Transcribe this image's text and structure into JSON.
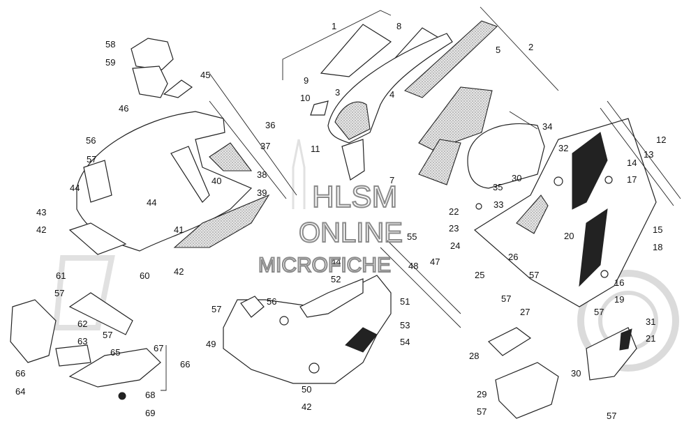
{
  "watermark": {
    "line1": "HLSM",
    "line2": "ONLINE",
    "line3": "MICROFICHE"
  },
  "callouts": [
    "1",
    "2",
    "3",
    "4",
    "5",
    "7",
    "8",
    "9",
    "10",
    "11",
    "12",
    "13",
    "14",
    "15",
    "16",
    "17",
    "18",
    "19",
    "20",
    "21",
    "22",
    "23",
    "24",
    "25",
    "26",
    "27",
    "28",
    "29",
    "30",
    "31",
    "32",
    "33",
    "34",
    "35",
    "36",
    "37",
    "38",
    "39",
    "40",
    "41",
    "42",
    "43",
    "44",
    "45",
    "46",
    "47",
    "48",
    "49",
    "50",
    "51",
    "52",
    "53",
    "54",
    "55",
    "56",
    "57",
    "58",
    "59",
    "60",
    "61",
    "62",
    "63",
    "64",
    "65",
    "66",
    "67",
    "68",
    "69"
  ]
}
